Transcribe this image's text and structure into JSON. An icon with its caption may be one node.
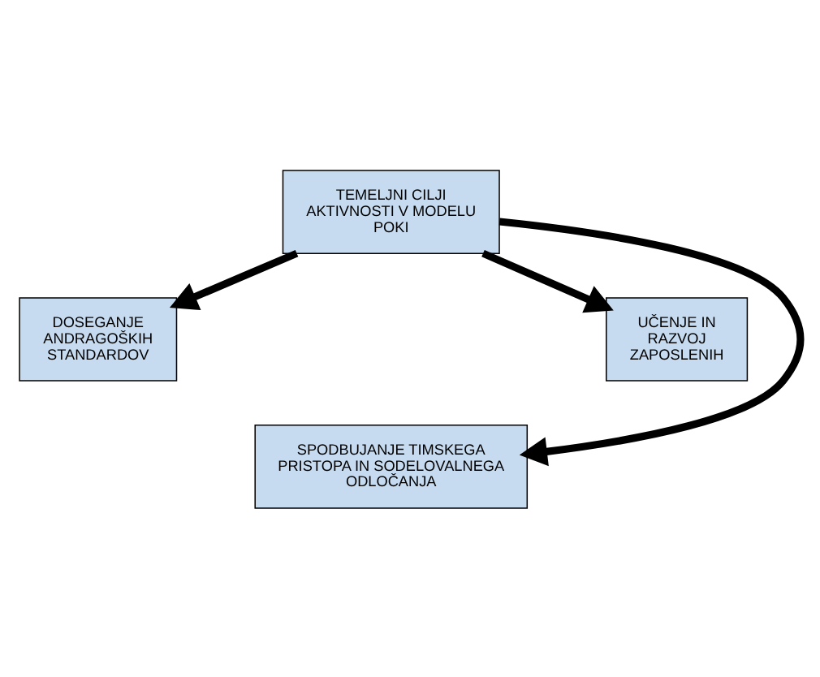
{
  "diagram": {
    "nodes": [
      {
        "text": [
          "TEMELJNI CILJI AKTIVNOSTI V MODELU POKI"
        ]
      },
      {
        "text": [
          "DOSEGANJE ANDRAGOŠKIH STANDARDOV"
        ]
      },
      {
        "text": [
          "UČENJE IN RAZVOJ ZAPOSLENIH"
        ]
      },
      {
        "text": [
          "SPODBUJANJE TIMSKEGA PRISTOPA IN SODELOVALNEGA ODLOČANJA"
        ]
      }
    ],
    "edges": [
      {
        "from": 0,
        "to": 1,
        "arrow": "to"
      },
      {
        "from": 0,
        "to": 2,
        "arrow": "to"
      },
      {
        "from": 0,
        "to": 3,
        "arrow": "to"
      }
    ]
  }
}
